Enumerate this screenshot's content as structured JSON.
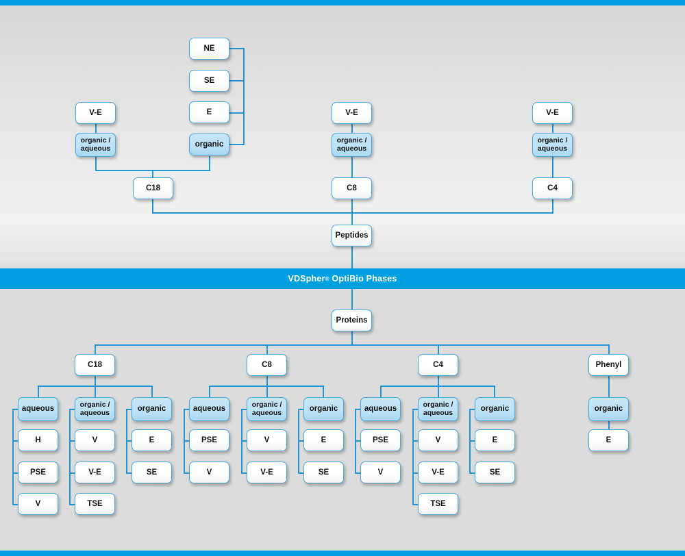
{
  "theme": {
    "accent": "#009fe0",
    "line": "#2196d6",
    "node_border": "#4aa9dd",
    "node_fill_highlight": "#bfe2f6",
    "node_fill_plain": "#ffffff",
    "page_bg": "#dcdcdc",
    "band_text": "#ffffff"
  },
  "band": {
    "name": "VDSpher",
    "registered": "®",
    "suffix": "OptiBio Phases"
  },
  "roots": {
    "peptides": "Peptides",
    "proteins": "Proteins"
  },
  "peptides_section": {
    "columns": [
      {
        "phase": "C18",
        "modes": [
          {
            "label_line1": "organic /",
            "label_line2": "aqueous",
            "highlight": true,
            "items": [
              "V-E"
            ]
          },
          {
            "label_line1": "organic",
            "label_line2": "",
            "highlight": true,
            "items": [
              "NE",
              "SE",
              "E"
            ]
          }
        ]
      },
      {
        "phase": "C8",
        "modes": [
          {
            "label_line1": "organic /",
            "label_line2": "aqueous",
            "highlight": true,
            "items": [
              "V-E"
            ]
          }
        ]
      },
      {
        "phase": "C4",
        "modes": [
          {
            "label_line1": "organic /",
            "label_line2": "aqueous",
            "highlight": true,
            "items": [
              "V-E"
            ]
          }
        ]
      }
    ]
  },
  "proteins_section": {
    "columns": [
      {
        "phase": "C18",
        "modes": [
          {
            "label_line1": "aqueous",
            "label_line2": "",
            "highlight": true,
            "items": [
              "H",
              "PSE",
              "V"
            ]
          },
          {
            "label_line1": "organic /",
            "label_line2": "aqueous",
            "highlight": true,
            "items": [
              "V",
              "V-E",
              "TSE"
            ]
          },
          {
            "label_line1": "organic",
            "label_line2": "",
            "highlight": true,
            "items": [
              "E",
              "SE"
            ]
          }
        ]
      },
      {
        "phase": "C8",
        "modes": [
          {
            "label_line1": "aqueous",
            "label_line2": "",
            "highlight": true,
            "items": [
              "PSE",
              "V"
            ]
          },
          {
            "label_line1": "organic /",
            "label_line2": "aqueous",
            "highlight": true,
            "items": [
              "V",
              "V-E"
            ]
          },
          {
            "label_line1": "organic",
            "label_line2": "",
            "highlight": true,
            "items": [
              "E",
              "SE"
            ]
          }
        ]
      },
      {
        "phase": "C4",
        "modes": [
          {
            "label_line1": "aqueous",
            "label_line2": "",
            "highlight": true,
            "items": [
              "PSE",
              "V"
            ]
          },
          {
            "label_line1": "organic /",
            "label_line2": "aqueous",
            "highlight": true,
            "items": [
              "V",
              "V-E",
              "TSE"
            ]
          },
          {
            "label_line1": "organic",
            "label_line2": "",
            "highlight": true,
            "items": [
              "E",
              "SE"
            ]
          }
        ]
      },
      {
        "phase": "Phenyl",
        "modes": [
          {
            "label_line1": "organic",
            "label_line2": "",
            "highlight": true,
            "items": [
              "E"
            ]
          }
        ]
      }
    ]
  },
  "nodes": {
    "top_ve_left": "V-E",
    "top_oa_left_1": "organic /",
    "top_oa_left_2": "aqueous",
    "top_ne": "NE",
    "top_se": "SE",
    "top_e": "E",
    "top_organic": "organic",
    "top_c18": "C18",
    "mid_ve": "V-E",
    "mid_oa_1": "organic /",
    "mid_oa_2": "aqueous",
    "mid_c8": "C8",
    "right_ve": "V-E",
    "right_oa_1": "organic /",
    "right_oa_2": "aqueous",
    "right_c4": "C4",
    "b_c18": "C18",
    "b_c8": "C8",
    "b_c4": "C4",
    "b_phenyl": "Phenyl",
    "aqueous": "aqueous",
    "organic": "organic",
    "oa1": "organic /",
    "oa2": "aqueous",
    "H": "H",
    "PSE": "PSE",
    "V": "V",
    "VE": "V-E",
    "TSE": "TSE",
    "E": "E",
    "SE": "SE"
  }
}
